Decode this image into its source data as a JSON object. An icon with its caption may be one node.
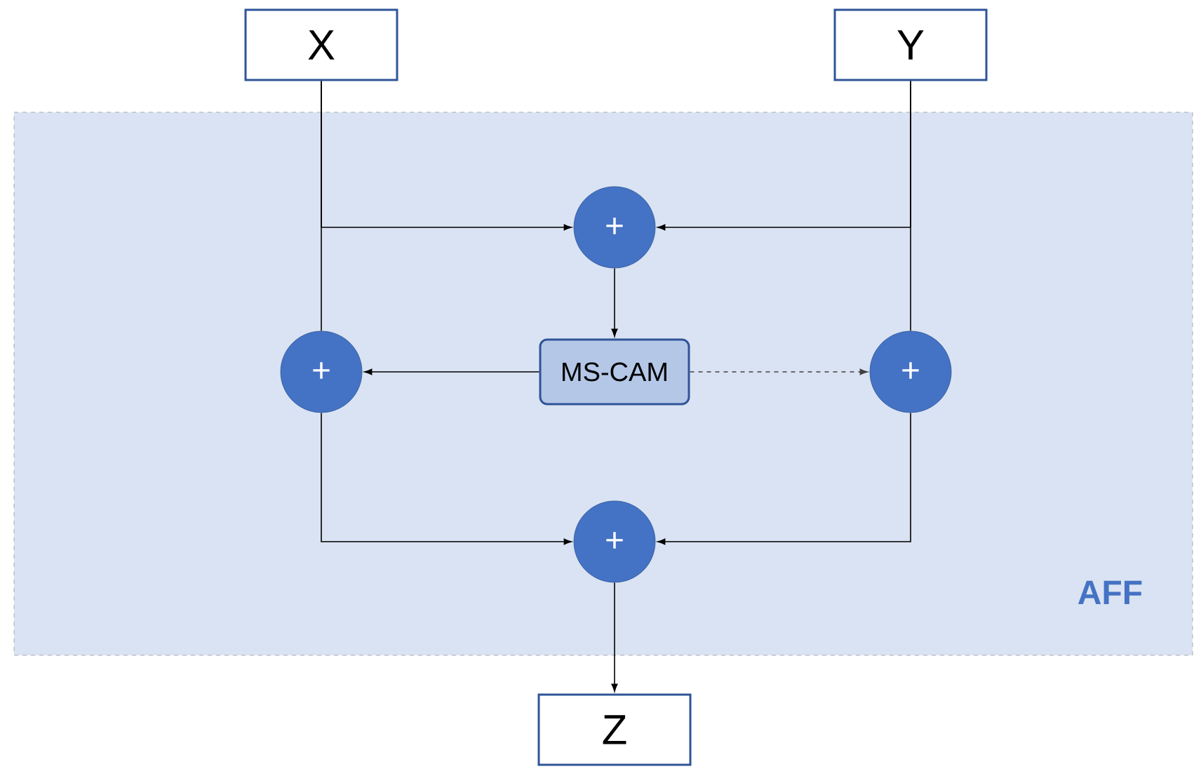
{
  "diagram": {
    "nodes": [
      {
        "text": [
          "X"
        ]
      },
      {
        "text": [
          "Y"
        ]
      },
      {
        "text": [
          "AFF"
        ]
      },
      {
        "text": [
          "+"
        ],
        "in": 2
      },
      {
        "text": [
          "+"
        ],
        "in": 2
      },
      {
        "text": [
          "MS-CAM"
        ],
        "in": 2
      },
      {
        "text": [
          "+"
        ],
        "in": 2
      },
      {
        "text": [
          "+"
        ],
        "in": 2
      },
      {
        "text": [
          "Z"
        ]
      }
    ],
    "edges": [
      {
        "from": 0,
        "to": 3,
        "arrow": "to"
      },
      {
        "from": 0,
        "to": 4,
        "arrow": "none"
      },
      {
        "from": 1,
        "to": 3,
        "arrow": "to"
      },
      {
        "from": 1,
        "to": 6,
        "arrow": "none"
      },
      {
        "from": 3,
        "to": 5,
        "arrow": "to"
      },
      {
        "from": 5,
        "to": 4,
        "arrow": "to"
      },
      {
        "from": 5,
        "to": 6,
        "arrow": "to",
        "style": "dashed"
      },
      {
        "from": 4,
        "to": 7,
        "arrow": "to"
      },
      {
        "from": 6,
        "to": 7,
        "arrow": "to"
      },
      {
        "from": 7,
        "to": 8,
        "arrow": "to"
      }
    ]
  }
}
